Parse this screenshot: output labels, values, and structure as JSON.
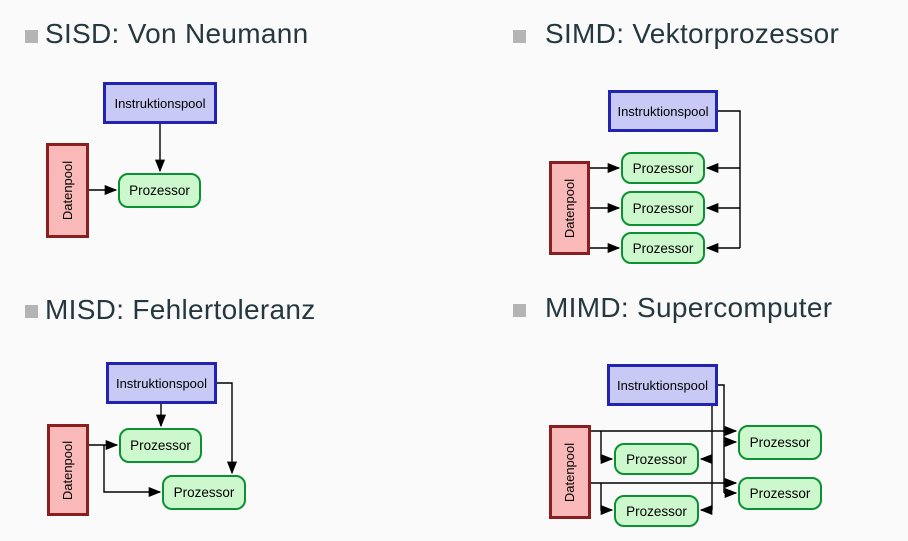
{
  "slide": {
    "background": "#fafafa",
    "bullet_color": "#b4b4b4",
    "heading_color": "#25383f",
    "arrow_color": "#000000"
  },
  "colors": {
    "instruction_pool_fill": "#c8c9f4",
    "instruction_pool_border": "#2323b2",
    "data_pool_fill": "#f8b9b8",
    "data_pool_border": "#8b1f1f",
    "processor_fill": "#cdf8cd",
    "processor_border": "#0c9132"
  },
  "quadrants": [
    {
      "id": "sisd",
      "title": "SISD: Von Neumann",
      "instruction_pool": "Instruktionspool",
      "data_pool": "Datenpool",
      "processors": [
        "Prozessor"
      ]
    },
    {
      "id": "simd",
      "title": "SIMD: Vektorprozessor",
      "instruction_pool": "Instruktionspool",
      "data_pool": "Datenpool",
      "processors": [
        "Prozessor",
        "Prozessor",
        "Prozessor"
      ]
    },
    {
      "id": "misd",
      "title": "MISD: Fehlertoleranz",
      "instruction_pool": "Instruktionspool",
      "data_pool": "Datenpool",
      "processors": [
        "Prozessor",
        "Prozessor"
      ]
    },
    {
      "id": "mimd",
      "title": "MIMD: Supercomputer",
      "instruction_pool": "Instruktionspool",
      "data_pool": "Datenpool",
      "processors": [
        "Prozessor",
        "Prozessor",
        "Prozessor",
        "Prozessor"
      ]
    }
  ]
}
